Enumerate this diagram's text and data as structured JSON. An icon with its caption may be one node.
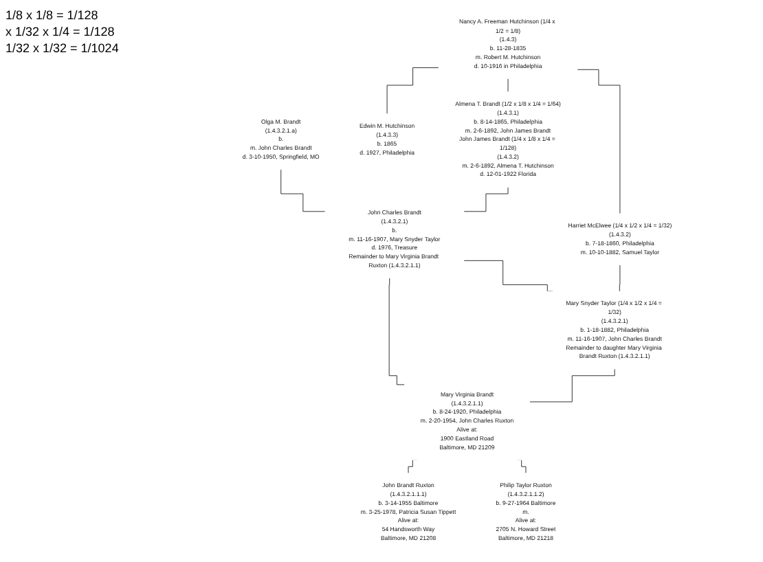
{
  "diagram": {
    "nodes": [
      {
        "text": [
          "Nancy A. Freeman Hutchinson (1/4 x 1/2 = 1/8)",
          "(1.4.3)",
          "b. 11-28-1835",
          "m. Robert M. Hutchinson",
          "d. 10-1916 in Philadelphia"
        ]
      },
      {
        "text": [
          "Almena T. Brandt (1/2 x 1/8 x 1/4 = 1/64)",
          "(1.4.3.1)",
          "b. 8-14-1865, Philadelphia",
          "m. 2-6-1892, John James Brandt",
          "John James Brandt (1/4 x 1/8 x 1/4 = 1/128)",
          "(1.4.3.2)",
          "m. 2-6-1892, Almena T. Hutchinson",
          "d. 12-01-1922 Florida"
        ]
      },
      {
        "text": [
          "Harriet McElwee (1/4 x 1/2 x 1/4 = 1/32)",
          "(1.4.3.2)",
          "b. 7-18-1860, Philadelphia",
          "m. 10-10-1882, Samuel Taylor"
        ]
      },
      {
        "text": [
          "Edwin M. Hutchinson",
          "(1.4.3.3)",
          "b. 1865",
          "d. 1927, Philadelphia"
        ]
      },
      {
        "text": [
          "Olga M. Brandt",
          "(1.4.3.2.1.a)",
          "b.",
          "m. John Charles Brandt",
          "d. 3-10-1950, Springfield, MO"
        ]
      },
      {
        "text": [
          "John Charles Brandt",
          "(1.4.3.2.1)",
          "b.",
          "m. 11-16-1907, Mary Snyder Taylor",
          "d. 1976, Treasure",
          "Remainder to Mary Virginia Brandt Ruxton (1.4.3.2.1.1)"
        ]
      },
      {
        "text": [
          "Mary Snyder Taylor (1/4 x 1/2 x 1/4 = 1/32)",
          "(1.4.3.2.1)",
          "b. 1-18-1882, Philadelphia",
          "m. 11-16-1907, John Charles Brandt",
          "Remainder to daughter Mary Virginia Brandt Ruxton (1.4.3.2.1.1)"
        ]
      },
      {
        "text": [
          "Mary Virginia Brandt",
          "(1.4.3.2.1.1)",
          "b. 8-24-1920, Philadelphia",
          "m. 2-20-1954, John Charles Ruxton",
          "Alive at:",
          "1900 Eastland Road",
          "Baltimore, MD 21209"
        ]
      },
      {
        "text": [
          "John Brandt Ruxton",
          "(1.4.3.2.1.1.1)",
          "b. 3-14-1955 Baltimore",
          "m. 3-25-1978, Patricia Susan Tippett",
          "Alive at:",
          "54 Handsworth Way",
          "Baltimore, MD 21208"
        ]
      },
      {
        "text": [
          "Philip Taylor Ruxton",
          "(1.4.3.2.1.1.2)",
          "b. 9-27-1964 Baltimore",
          "m.",
          "Alive at:",
          "2705 N. Howard Street",
          "Baltimore, MD 21218"
        ]
      }
    ],
    "edges": [
      {
        "from": 0,
        "to": 1,
        "arrow": "none"
      },
      {
        "from": 0,
        "to": 2,
        "arrow": "none"
      },
      {
        "from": 0,
        "to": 3,
        "arrow": "none"
      },
      {
        "from": 4,
        "to": 5,
        "arrow": "none"
      },
      {
        "from": 5,
        "to": 6,
        "arrow": "none"
      },
      {
        "from": 1,
        "to": 5,
        "arrow": "none"
      },
      {
        "from": 2,
        "to": 6,
        "arrow": "none"
      },
      {
        "from": 5,
        "to": 7,
        "arrow": "none"
      },
      {
        "from": 6,
        "to": 7,
        "arrow": "none"
      },
      {
        "from": 7,
        "to": 8,
        "arrow": "none"
      },
      {
        "from": 7,
        "to": 9,
        "arrow": "none"
      }
    ],
    "labels": [
      "1/8 x 1/8 = 1/128",
      "x 1/32 x 1/4 = 1/128",
      "1/32 x 1/32 = 1/1024"
    ]
  }
}
